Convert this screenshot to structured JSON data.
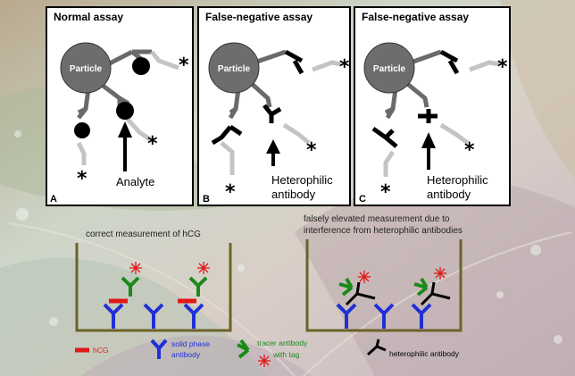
{
  "panels": [
    {
      "letter": "A",
      "title": "Normal assay",
      "particle": "Particle",
      "caption": [
        "Analyte"
      ]
    },
    {
      "letter": "B",
      "title": "False-negative assay",
      "particle": "Particle",
      "caption": [
        "Heterophilic",
        "antibody"
      ]
    },
    {
      "letter": "C",
      "title": "False-negative assay",
      "particle": "Particle",
      "caption": [
        "Heterophilic",
        "antibody"
      ]
    }
  ],
  "tag_symbol": "*",
  "lower": {
    "left_title": "correct measurement of hCG",
    "right_title": [
      "falsely elevated measurement due to",
      "interference from heterophilic antibodies"
    ]
  },
  "legend": {
    "hcg": "hCG",
    "solid_phase": [
      "solid phase",
      "antibody"
    ],
    "tracer": [
      "tracer antibody",
      "with tag"
    ],
    "heterophilic": "heterophilic antibody"
  },
  "colors": {
    "frame": "#6b6328",
    "solid_phase": "#1f2fd6",
    "tracer": "#1a8a1a",
    "hcg": "#e01818",
    "tag": "#e01818",
    "heterophilic": "#000000",
    "particle": "#6d6d6d",
    "arm_dark": "#6a6a6a",
    "arm_light": "#c4c4c4"
  }
}
